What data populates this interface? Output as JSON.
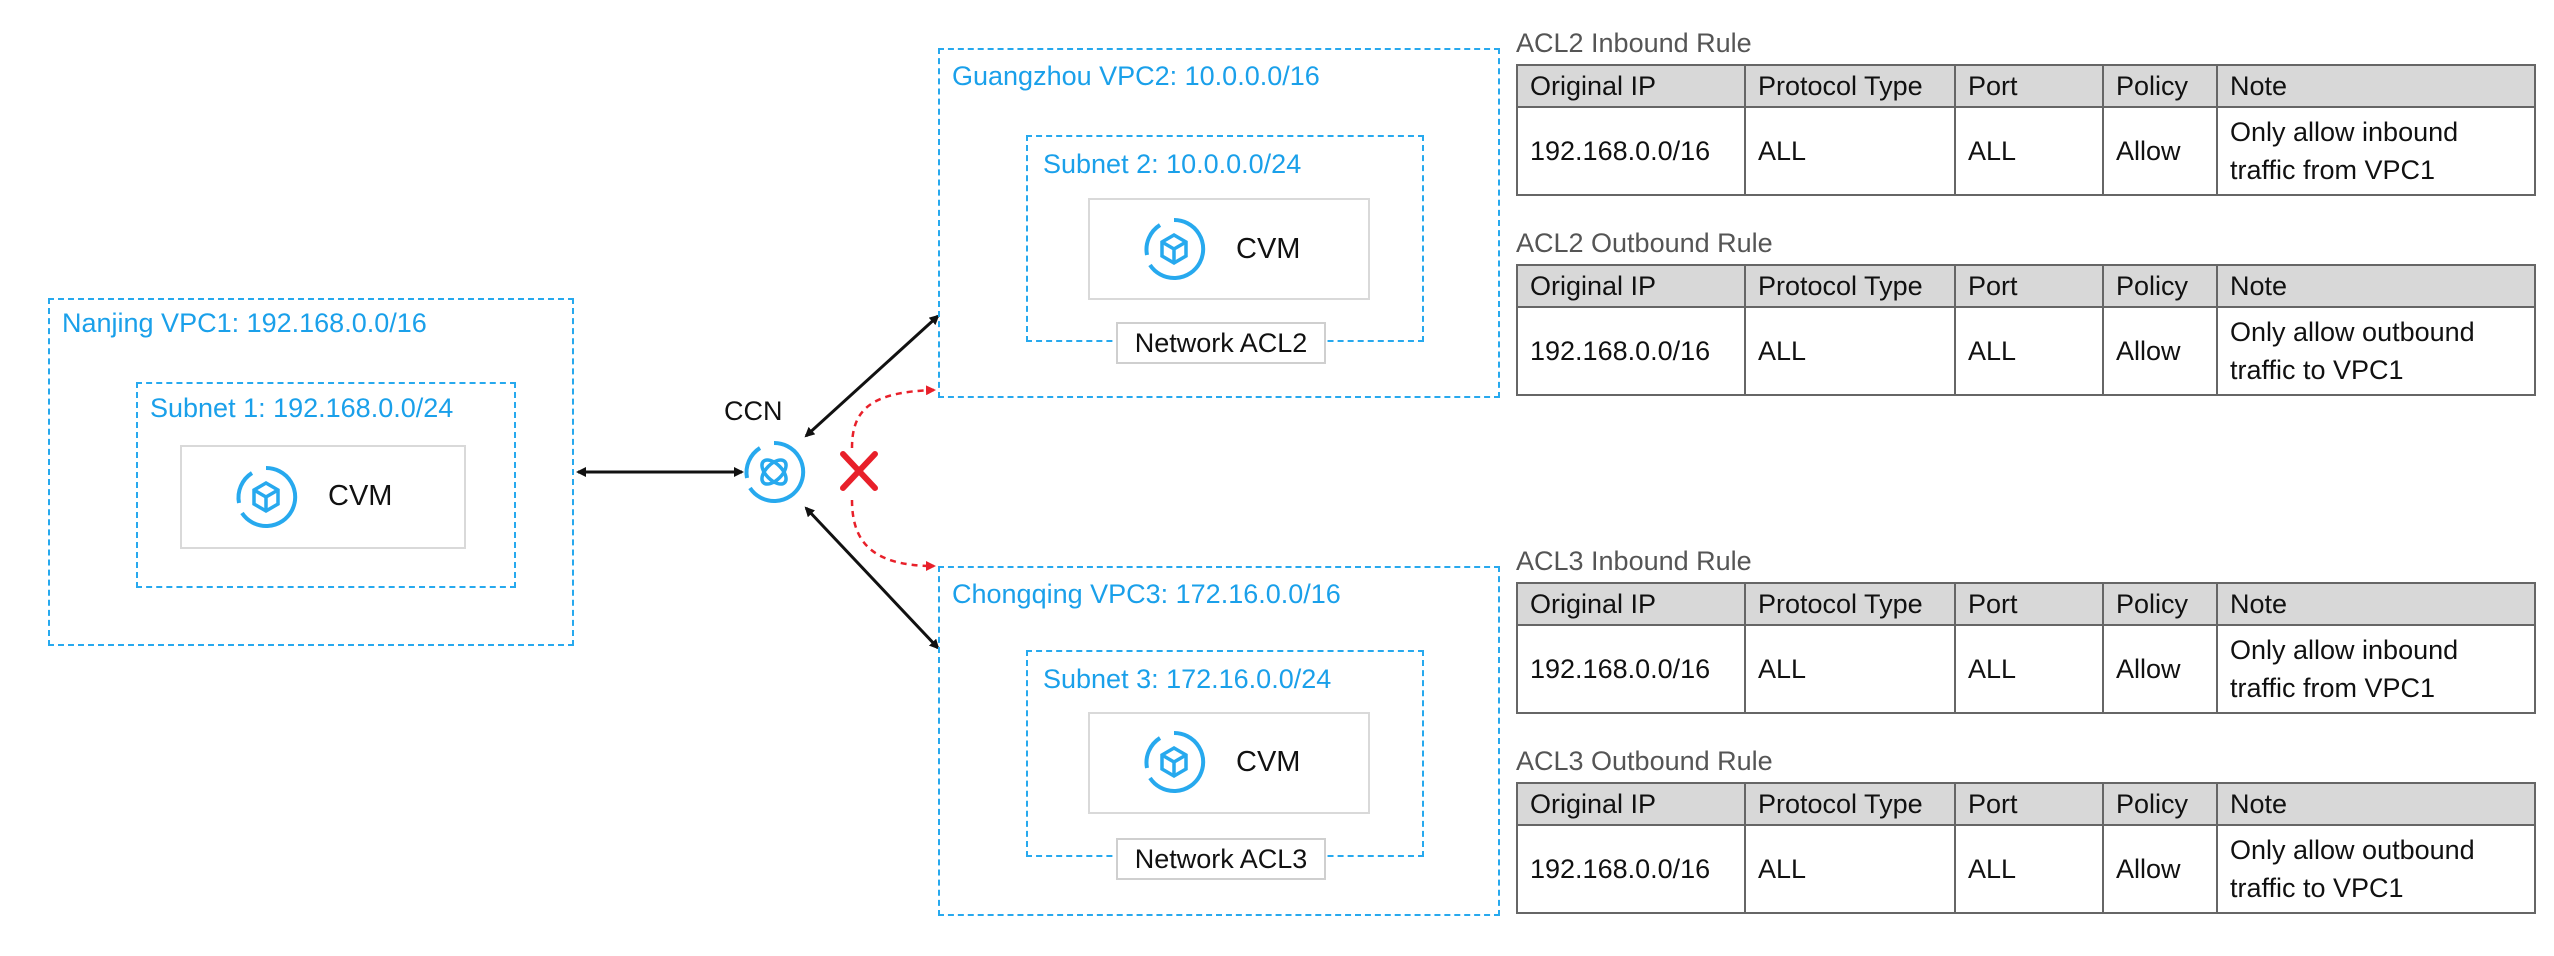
{
  "vpcs": {
    "vpc1": {
      "label": "Nanjing VPC1: 192.168.0.0/16",
      "subnet": "Subnet 1: 192.168.0.0/24",
      "cvm": "CVM"
    },
    "vpc2": {
      "label": "Guangzhou VPC2: 10.0.0.0/16",
      "subnet": "Subnet 2: 10.0.0.0/24",
      "cvm": "CVM",
      "acl": "Network ACL2"
    },
    "vpc3": {
      "label": "Chongqing VPC3: 172.16.0.0/16",
      "subnet": "Subnet 3: 172.16.0.0/24",
      "cvm": "CVM",
      "acl": "Network ACL3"
    }
  },
  "ccn": {
    "label": "CCN"
  },
  "colors": {
    "accent": "#27a9ee",
    "deny": "#e8202a",
    "header_bg": "#d8d8d8"
  },
  "tables": {
    "headers": [
      "Original IP",
      "Protocol Type",
      "Port",
      "Policy",
      "Note"
    ],
    "acl2_in": {
      "title": "ACL2 Inbound Rule",
      "row": [
        "192.168.0.0/16",
        "ALL",
        "ALL",
        "Allow"
      ],
      "note": [
        "Only allow inbound",
        "traffic from VPC1"
      ]
    },
    "acl2_out": {
      "title": "ACL2 Outbound Rule",
      "row": [
        "192.168.0.0/16",
        "ALL",
        "ALL",
        "Allow"
      ],
      "note": [
        "Only allow outbound",
        "traffic to VPC1"
      ]
    },
    "acl3_in": {
      "title": "ACL3 Inbound Rule",
      "row": [
        "192.168.0.0/16",
        "ALL",
        "ALL",
        "Allow"
      ],
      "note": [
        "Only allow inbound",
        "traffic from VPC1"
      ]
    },
    "acl3_out": {
      "title": "ACL3 Outbound Rule",
      "row": [
        "192.168.0.0/16",
        "ALL",
        "ALL",
        "Allow"
      ],
      "note": [
        "Only allow outbound",
        "traffic to VPC1"
      ]
    }
  }
}
